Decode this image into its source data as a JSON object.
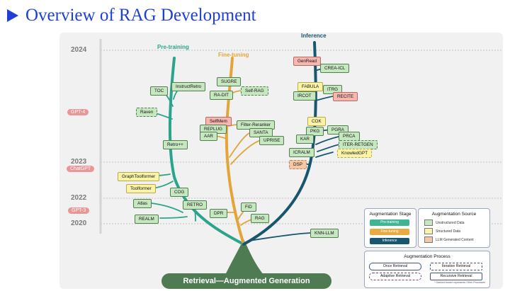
{
  "title": "Overview of RAG Development",
  "base_label": "Retrieval—Augmented Generation",
  "stages": {
    "pretraining": "Pre-training",
    "finetuning": "Fine-tuning",
    "inference": "Inference"
  },
  "years": {
    "y2024": "2024",
    "gpt4": "GPT-4",
    "y2023": "2023",
    "chatgpt": "ChatGPT",
    "y2022": "2022",
    "gpt3": "GPT-3",
    "y2020": "2020"
  },
  "nodes": {
    "instructretro": "InstructRetro",
    "toc": "TOC",
    "raven": "Raven",
    "retropp": "Retro++",
    "graphtoolformer": "GraphToolformer",
    "toolformer": "Toolformer",
    "cog": "COG",
    "atlas": "Atlas",
    "retro": "RETRO",
    "realm": "REALM",
    "sugre": "SUGRE",
    "radit": "RA-DIT",
    "selfrag": "Self-RAG",
    "selfmem": "SelfMem",
    "filterreranker": "Filter-Reranker",
    "replug": "REPLUG",
    "aar": "AAR",
    "santa": "SANTA",
    "uprise": "UPRISE",
    "fid": "FiD",
    "dpr": "DPR",
    "rag": "RAG",
    "genread": "GenRead",
    "creaicl": "CREA-ICL",
    "fabula": "FABULA",
    "itrg": "ITRG",
    "ircot": "IRCOT",
    "recite": "RECITE",
    "cok": "COK",
    "pkg": "PKG",
    "pgra": "PGRA",
    "kar": "KAR",
    "prca": "PRCA",
    "iterretgen": "ITER-RETGEN",
    "knowledgpt": "KnowledGPT",
    "icralm": "ICRALM",
    "dsp": "DSP",
    "knnllm": "KNN-LLM"
  },
  "legend_stage": {
    "title": "Augmentation Stage",
    "pretraining": "Pre-training",
    "finetuning": "Fine-tuning",
    "inference": "Inference"
  },
  "legend_source": {
    "title": "Augmentation Source",
    "unstructured": "Unstructured Data",
    "structured": "Structured Data",
    "llm": "LLM Generated Content"
  },
  "legend_process": {
    "title": "Augmentation Process",
    "once": "Once Retrieval",
    "iterative": "Iterative Retrieval",
    "adaptive": "Adaptive Retrieval",
    "recursive": "Recursive Retrieval",
    "footnote": "* Dashed border represents Other Processes"
  },
  "colors": {
    "accent_blue": "#1f3fd6",
    "pretraining_branch": "#2aa48a",
    "finetuning_branch": "#e3a53a",
    "inference_branch": "#17566e",
    "trunk": "#4f7b52",
    "milestone": "#e89696",
    "unstructured": "#c7e7c0",
    "structured": "#fbf3a8",
    "llm_generated": "#f6c7a4"
  }
}
